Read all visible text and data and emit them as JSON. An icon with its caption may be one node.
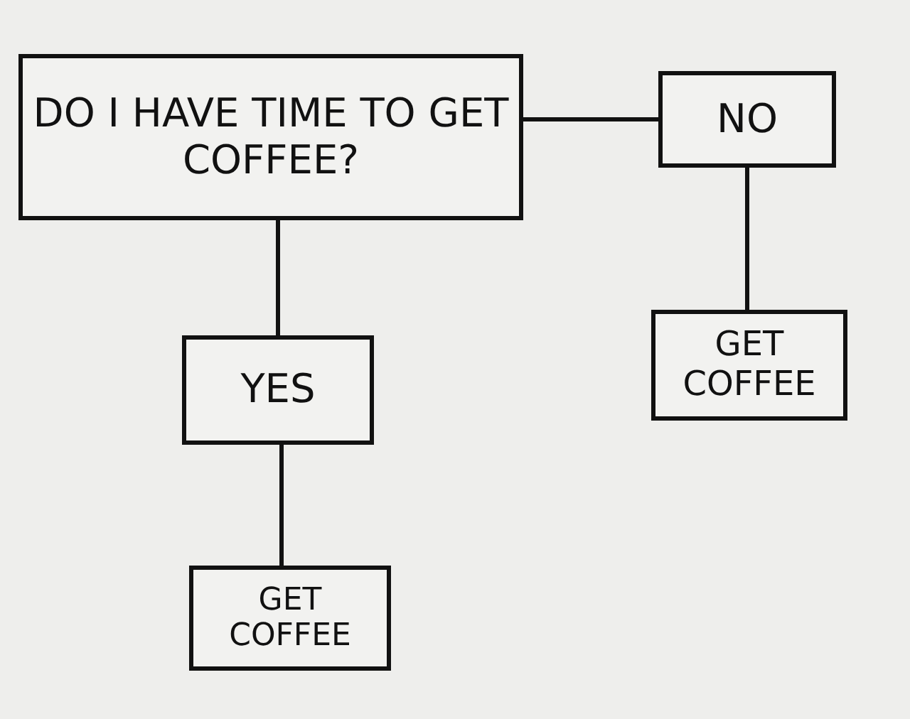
{
  "diagram": {
    "nodes": [
      {
        "text": [
          "DO I HAVE TIME TO GET COFFEE?"
        ]
      },
      {
        "text": [
          "NO"
        ]
      },
      {
        "text": [
          "GET COFFEE"
        ]
      },
      {
        "text": [
          "YES"
        ]
      },
      {
        "text": [
          "GET COFFEE"
        ]
      }
    ],
    "edges": [
      {
        "from": 0,
        "to": 1,
        "arrow": "none"
      },
      {
        "from": 1,
        "to": 2,
        "arrow": "none"
      },
      {
        "from": 0,
        "to": 3,
        "arrow": "none"
      },
      {
        "from": 3,
        "to": 4,
        "arrow": "none"
      }
    ]
  }
}
